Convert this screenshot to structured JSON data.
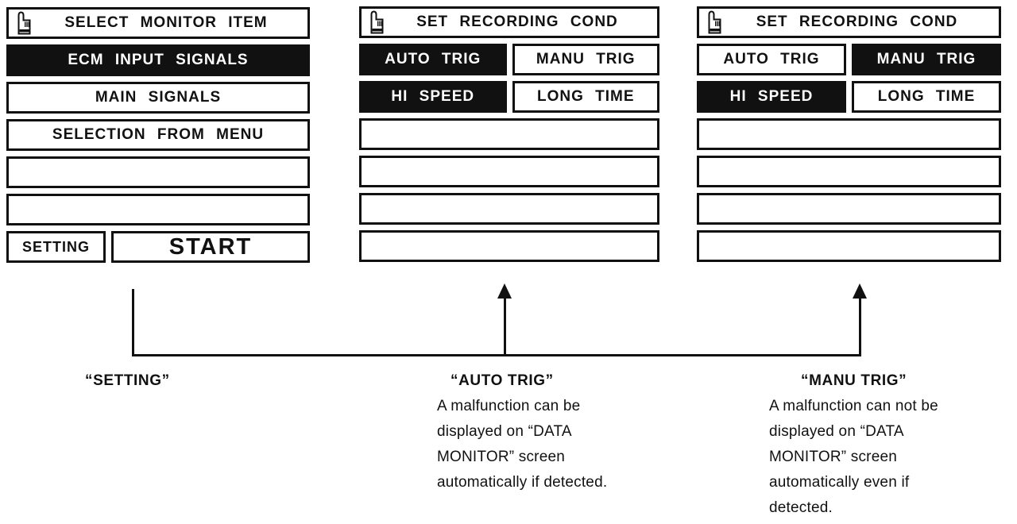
{
  "colors": {
    "ink": "#111111",
    "paper": "#ffffff"
  },
  "panels": {
    "left": {
      "title": "SELECT MONITOR ITEM",
      "items": [
        {
          "label": "ECM INPUT SIGNALS",
          "selected": true
        },
        {
          "label": "MAIN SIGNALS",
          "selected": false
        },
        {
          "label": "SELECTION FROM MENU",
          "selected": false
        },
        {
          "label": "",
          "selected": false
        },
        {
          "label": "",
          "selected": false
        }
      ],
      "footer": {
        "setting": "SETTING",
        "start": "START"
      }
    },
    "middle": {
      "title": "SET RECORDING COND",
      "toggles": [
        [
          {
            "label": "AUTO TRIG",
            "selected": true
          },
          {
            "label": "MANU TRIG",
            "selected": false
          }
        ],
        [
          {
            "label": "HI SPEED",
            "selected": true
          },
          {
            "label": "LONG TIME",
            "selected": false
          }
        ]
      ],
      "empty_rows": 4
    },
    "right": {
      "title": "SET RECORDING COND",
      "toggles": [
        [
          {
            "label": "AUTO TRIG",
            "selected": false
          },
          {
            "label": "MANU TRIG",
            "selected": true
          }
        ],
        [
          {
            "label": "HI SPEED",
            "selected": true
          },
          {
            "label": "LONG TIME",
            "selected": false
          }
        ]
      ],
      "empty_rows": 4
    }
  },
  "captions": {
    "setting": {
      "title": "“SETTING”"
    },
    "auto_trig": {
      "title": "“AUTO TRIG”",
      "lines": [
        "A malfunction can be",
        "displayed on “DATA",
        "MONITOR” screen",
        "automatically if detected."
      ]
    },
    "manu_trig": {
      "title": "“MANU TRIG”",
      "lines": [
        "A malfunction can not be",
        "displayed on “DATA",
        "MONITOR” screen",
        "automatically even if",
        "detected."
      ]
    }
  }
}
